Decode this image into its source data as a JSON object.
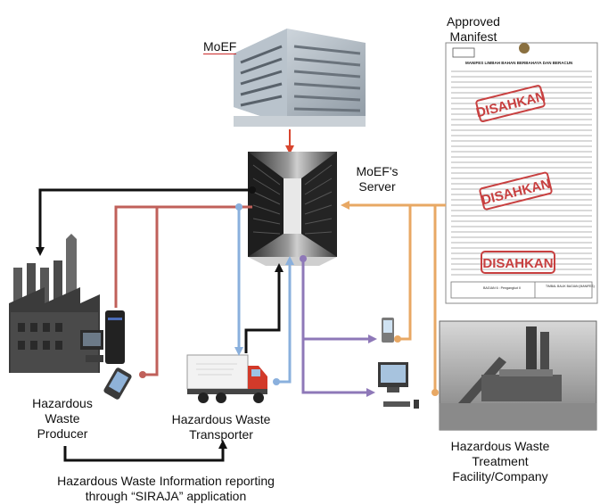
{
  "labels": {
    "moef": "MoEF",
    "approved_line1": "Approved",
    "approved_line2": "Manifest",
    "server_line1": "MoEF's",
    "server_line2": "Server",
    "producer_line1": "Hazardous",
    "producer_line2": "Waste",
    "producer_line3": "Producer",
    "transporter_line1": "Hazardous Waste",
    "transporter_line2": "Transporter",
    "facility_line1": "Hazardous Waste",
    "facility_line2": "Treatment",
    "facility_line3": "Facility/Company",
    "footer_line1": "Hazardous Waste Information reporting",
    "footer_line2": "through “SIRAJA” application"
  },
  "manifest": {
    "title": "MANIFES LIMBAH BAHAN BERBAHAYA DAN BERACUN",
    "stamp": "DISAHKAN",
    "footer_left": "BAGIAN 6 : Pengangkut II",
    "footer_right": "TIMBAL BALIK BAGIAN (MANIFES)"
  },
  "colors": {
    "red_line": "#c0605a",
    "blue_line": "#8ab0dd",
    "orange_line": "#e8a864",
    "purple_line": "#8e78b8",
    "black_line": "#111111",
    "stamp_red": "#c84040"
  }
}
